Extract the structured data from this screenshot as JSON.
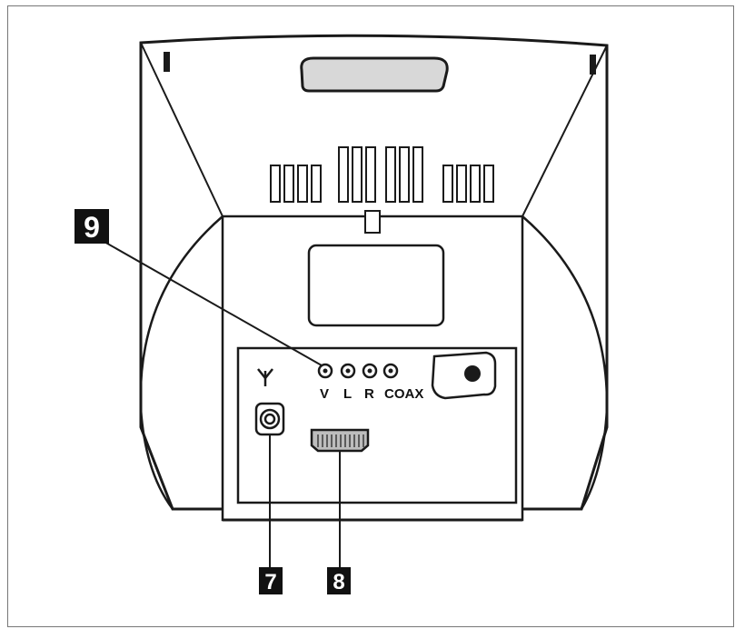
{
  "callouts": [
    {
      "number": "9",
      "target": "av-input-jacks"
    },
    {
      "number": "7",
      "target": "antenna-socket"
    },
    {
      "number": "8",
      "target": "scart-connector"
    }
  ],
  "jack_labels": [
    "V",
    "L",
    "R",
    "COAX"
  ],
  "antenna_symbol": "antenna-icon",
  "colors": {
    "line": "#1a1a1a",
    "label_bg": "#111111",
    "label_fg": "#ffffff",
    "paper": "#ffffff",
    "frame": "#777777"
  }
}
